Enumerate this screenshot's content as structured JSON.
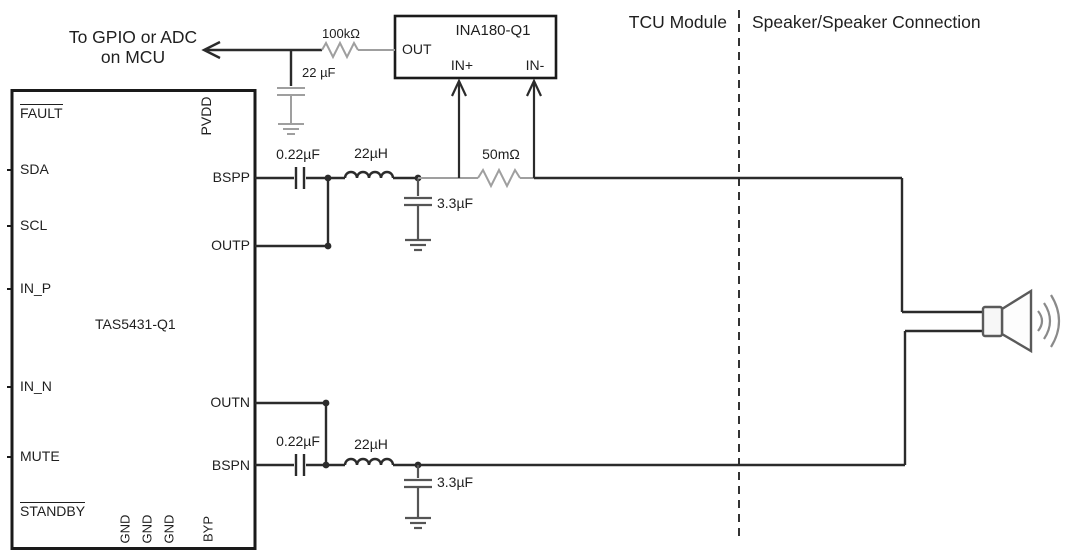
{
  "diagram": {
    "mcu_note_line1": "To GPIO or ADC",
    "mcu_note_line2": "on MCU",
    "region_left_label": "TCU Module",
    "region_right_label": "Speaker/Speaker Connection"
  },
  "tas5431": {
    "name": "TAS5431-Q1",
    "pin_fault": "FAULT",
    "pin_sda": "SDA",
    "pin_scl": "SCL",
    "pin_in_p": "IN_P",
    "pin_in_n": "IN_N",
    "pin_mute": "MUTE",
    "pin_standby": "STANDBY",
    "pin_pvdd": "PVDD",
    "pin_bspp": "BSPP",
    "pin_outp": "OUTP",
    "pin_outn": "OUTN",
    "pin_bspn": "BSPN",
    "pin_gnd_1": "GND",
    "pin_gnd_2": "GND",
    "pin_gnd_3": "GND",
    "pin_byp": "BYP"
  },
  "ina180": {
    "name": "INA180-Q1",
    "pin_out": "OUT",
    "pin_in_plus": "IN+",
    "pin_in_minus": "IN-"
  },
  "components": {
    "pullup_resistor": "100kΩ",
    "filter_cap": "22 µF",
    "bootstrap_cap_top": "0.22µF",
    "inductor_top": "22µH",
    "output_cap_top": "3.3µF",
    "sense_resistor": "50mΩ",
    "bootstrap_cap_bottom": "0.22µF",
    "inductor_bottom": "22µH",
    "output_cap_bottom": "3.3µF"
  },
  "icons": {
    "speaker": "speaker-icon",
    "ground": "ground-icon",
    "arrow": "arrow-icon"
  },
  "colors": {
    "wire": "#2b2b2b",
    "component_gray": "#9f9f9f",
    "muted_component": "#555555",
    "background": "#ffffff",
    "text": "#1f1f1f"
  }
}
